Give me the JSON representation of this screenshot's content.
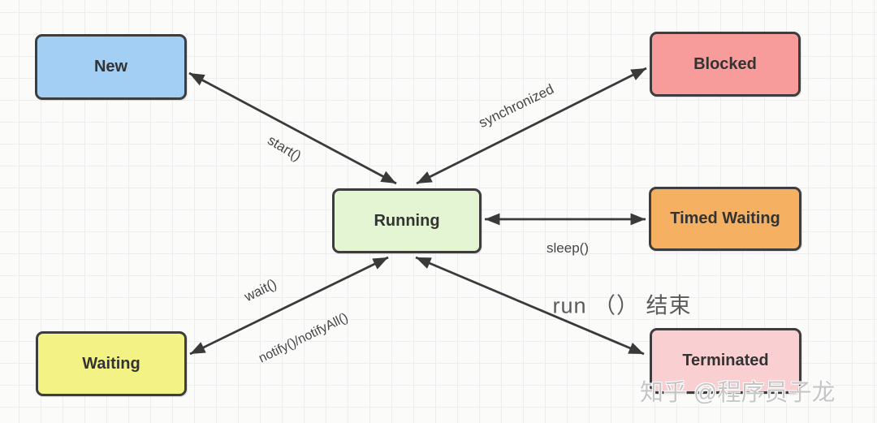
{
  "diagram": {
    "title_hint": "thread-state-transitions",
    "nodes": {
      "new": {
        "label": "New",
        "color": "#a2cff3"
      },
      "blocked": {
        "label": "Blocked",
        "color": "#f79b9b"
      },
      "running": {
        "label": "Running",
        "color": "#e4f5d3"
      },
      "timed_waiting": {
        "label": "Timed Waiting",
        "color": "#f6b061"
      },
      "waiting": {
        "label": "Waiting",
        "color": "#f3f285"
      },
      "terminated": {
        "label": "Terminated",
        "color": "#f9cfd1"
      }
    },
    "edge_labels": {
      "start": "start()",
      "sync": "synchronized",
      "sleep": "sleep()",
      "wait": "wait()",
      "notify": "notify()/notifyAll()",
      "run_end": "run （） 结束"
    },
    "edges": [
      {
        "from": "new",
        "to": "running",
        "label": "start()",
        "arrows": "both"
      },
      {
        "from": "running",
        "to": "blocked",
        "label": "synchronized",
        "arrows": "both"
      },
      {
        "from": "running",
        "to": "timed_waiting",
        "label": "sleep()",
        "arrows": "both"
      },
      {
        "from": "running",
        "to": "waiting",
        "label": "wait() / notify()/notifyAll()",
        "arrows": "both"
      },
      {
        "from": "running",
        "to": "terminated",
        "label": "run （） 结束",
        "arrows": "both"
      }
    ],
    "line_color": "#3a3a3a",
    "border_color": "#3d3d3d"
  },
  "watermark": {
    "text": "知乎 @程序员子龙"
  }
}
